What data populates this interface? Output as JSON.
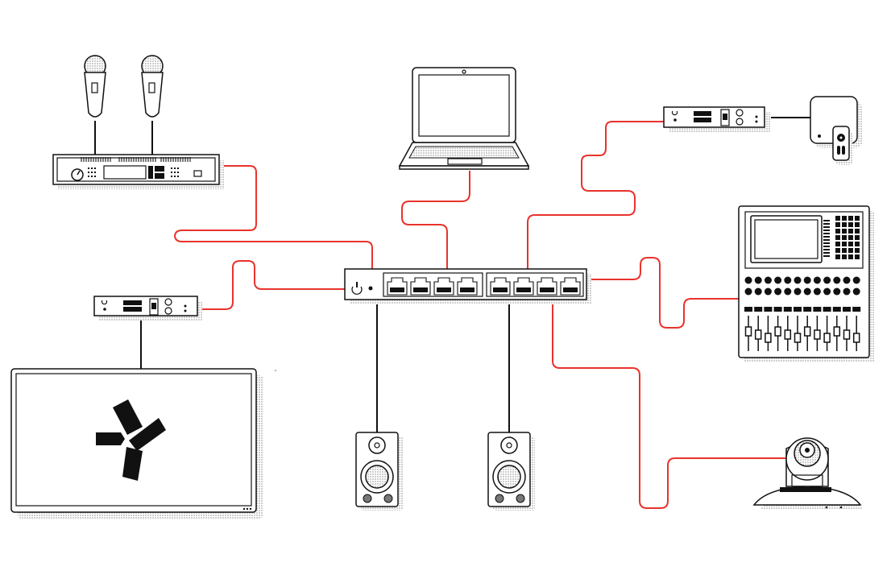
{
  "colors": {
    "network_cable": "#e8332c",
    "analog_cable": "#111111",
    "device_outline": "#111111",
    "background": "#ffffff",
    "logo": "#111111"
  },
  "devices": [
    {
      "id": "microphone-1",
      "icon": "microphone-icon"
    },
    {
      "id": "microphone-2",
      "icon": "microphone-icon"
    },
    {
      "id": "rack-receiver",
      "icon": "rack-unit-icon"
    },
    {
      "id": "laptop",
      "icon": "laptop-icon"
    },
    {
      "id": "network-switch",
      "icon": "ethernet-switch-icon",
      "ports": 8
    },
    {
      "id": "encoder-left",
      "icon": "av-encoder-icon"
    },
    {
      "id": "encoder-top-right",
      "icon": "av-encoder-icon"
    },
    {
      "id": "media-player",
      "icon": "streaming-box-icon"
    },
    {
      "id": "remote-control",
      "icon": "remote-icon"
    },
    {
      "id": "display",
      "icon": "display-icon"
    },
    {
      "id": "speaker-left",
      "icon": "speaker-icon"
    },
    {
      "id": "speaker-right",
      "icon": "speaker-icon"
    },
    {
      "id": "mixing-console",
      "icon": "mixer-icon"
    },
    {
      "id": "ptz-camera",
      "icon": "ptz-camera-icon"
    }
  ]
}
